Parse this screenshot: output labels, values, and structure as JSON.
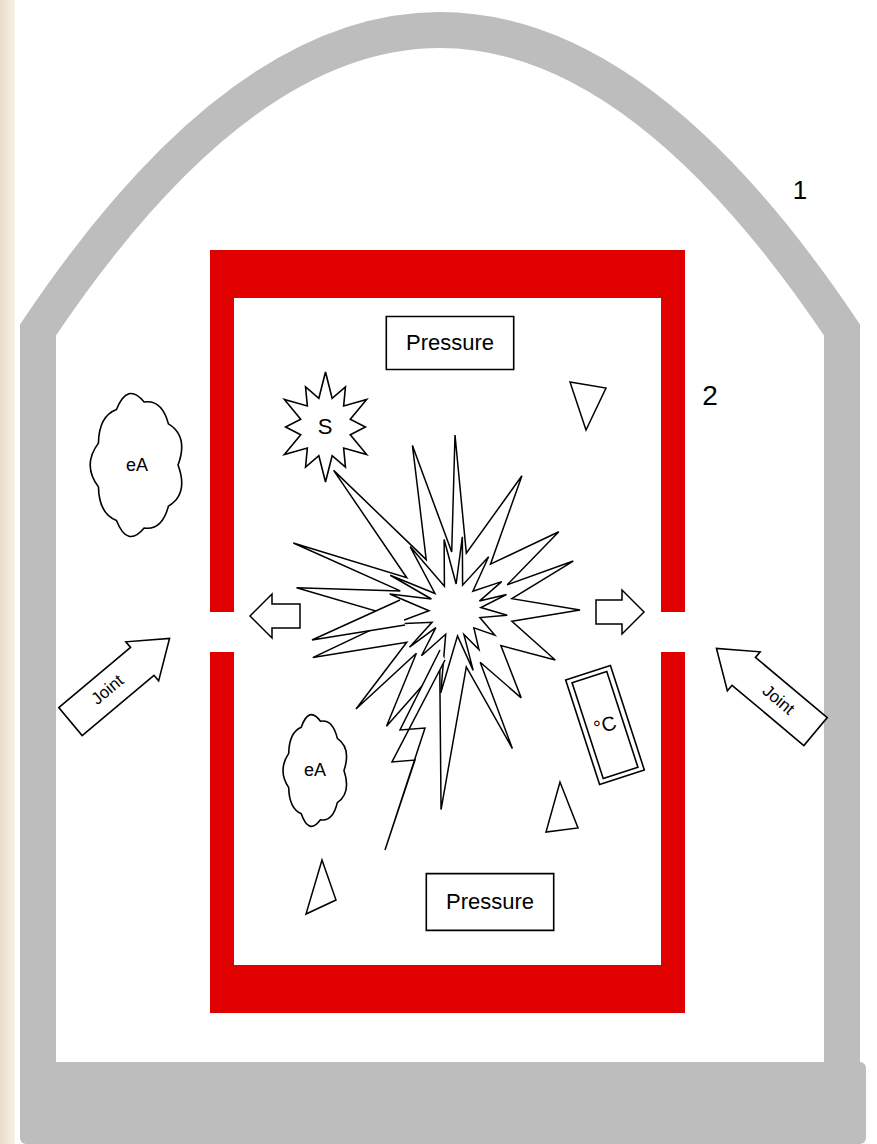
{
  "diagram": {
    "nodes": [
      {
        "text": [
          "Pressure"
        ]
      },
      {
        "text": [
          "S"
        ]
      },
      {
        "text": [
          "eA"
        ]
      },
      {
        "text": [
          "Joint"
        ]
      },
      {
        "text": [
          "Joint"
        ]
      },
      {
        "text": [
          "°C"
        ]
      },
      {
        "text": [
          "eA"
        ]
      },
      {
        "text": [
          "Pressure"
        ]
      }
    ],
    "labels": [
      "1",
      "2"
    ]
  }
}
